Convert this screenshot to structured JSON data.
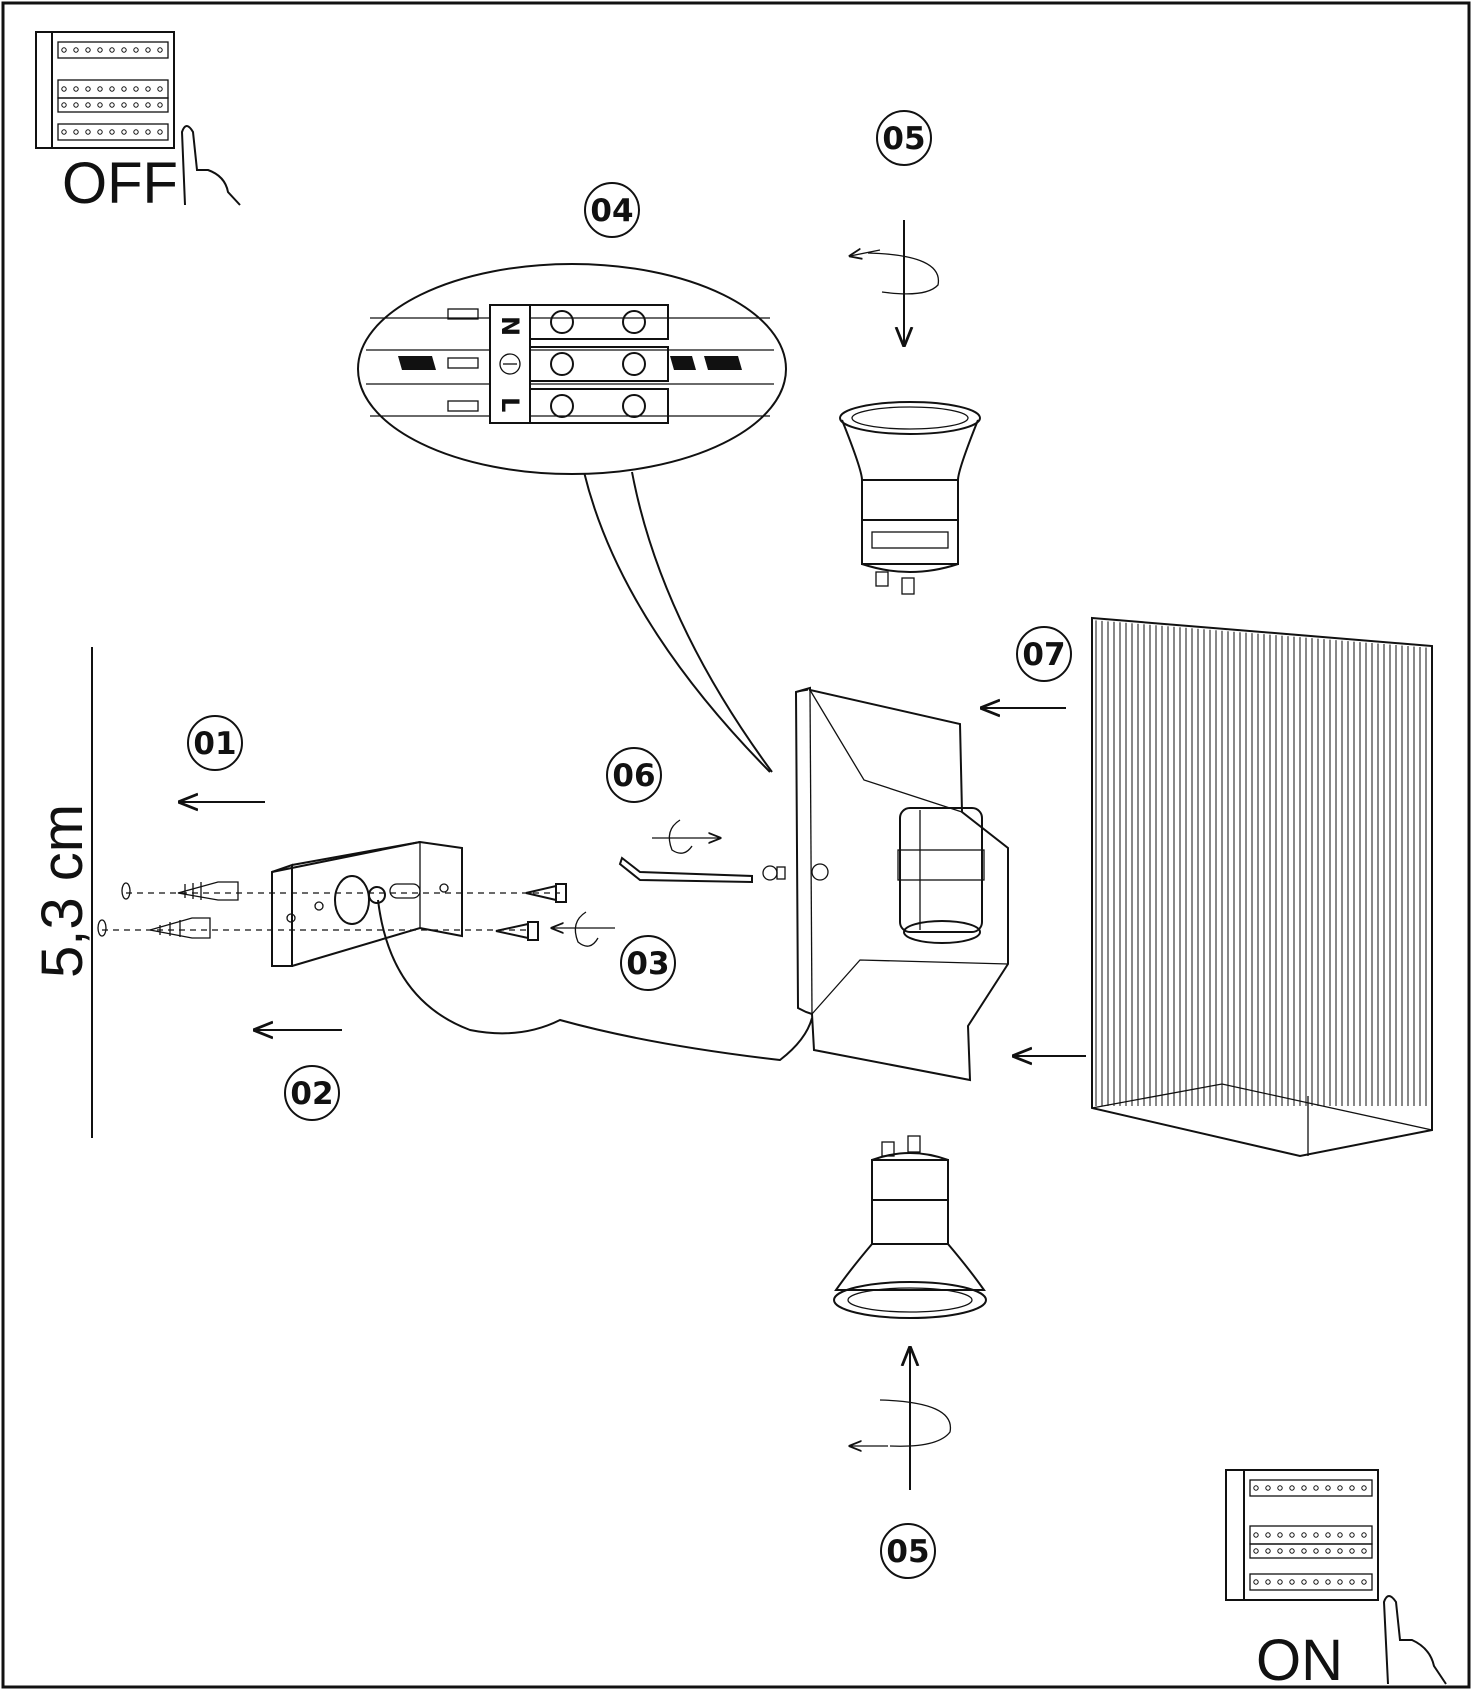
{
  "steps": {
    "s01": "01",
    "s02": "02",
    "s03": "03",
    "s04": "04",
    "s05_top": "05",
    "s05_bottom": "05",
    "s06": "06",
    "s07": "07"
  },
  "switch_off_label": "OFF",
  "switch_on_label": "ON",
  "dimension_label": "5,3 cm",
  "terminals": {
    "n": "N",
    "l": "L"
  }
}
